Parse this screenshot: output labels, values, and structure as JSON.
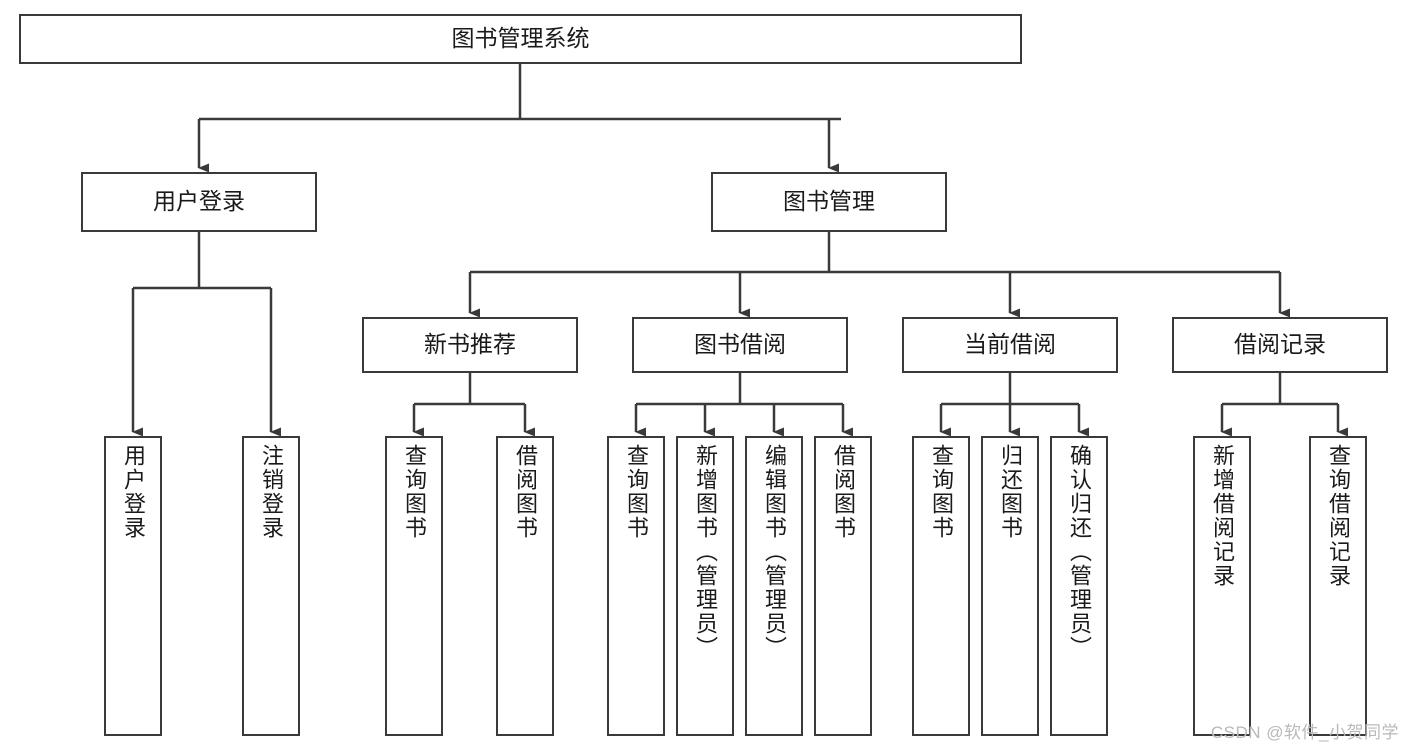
{
  "diagram": {
    "title": "图书管理系统",
    "type": "tree-hierarchy-diagram",
    "stroke_color": "#3a3a3a",
    "background_color": "#ffffff",
    "nodes": {
      "root": {
        "label": "图书管理系统"
      },
      "level2": [
        {
          "label": "用户登录"
        },
        {
          "label": "图书管理"
        }
      ],
      "level3": [
        {
          "label": "新书推荐"
        },
        {
          "label": "图书借阅"
        },
        {
          "label": "当前借阅"
        },
        {
          "label": "借阅记录"
        }
      ],
      "leaves_user_login": [
        {
          "label": "用户登录"
        },
        {
          "label": "注销登录"
        }
      ],
      "leaves_new_book": [
        {
          "label": "查询图书"
        },
        {
          "label": "借阅图书"
        }
      ],
      "leaves_borrow": [
        {
          "label": "查询图书"
        },
        {
          "label": "新增图书（管理员）"
        },
        {
          "label": "编辑图书（管理员）"
        },
        {
          "label": "借阅图书"
        }
      ],
      "leaves_current": [
        {
          "label": "查询图书"
        },
        {
          "label": "归还图书"
        },
        {
          "label": "确认归还（管理员）"
        }
      ],
      "leaves_records": [
        {
          "label": "新增借阅记录"
        },
        {
          "label": "查询借阅记录"
        }
      ]
    }
  },
  "watermark": {
    "text": "CSDN @软件_小贺同学"
  }
}
